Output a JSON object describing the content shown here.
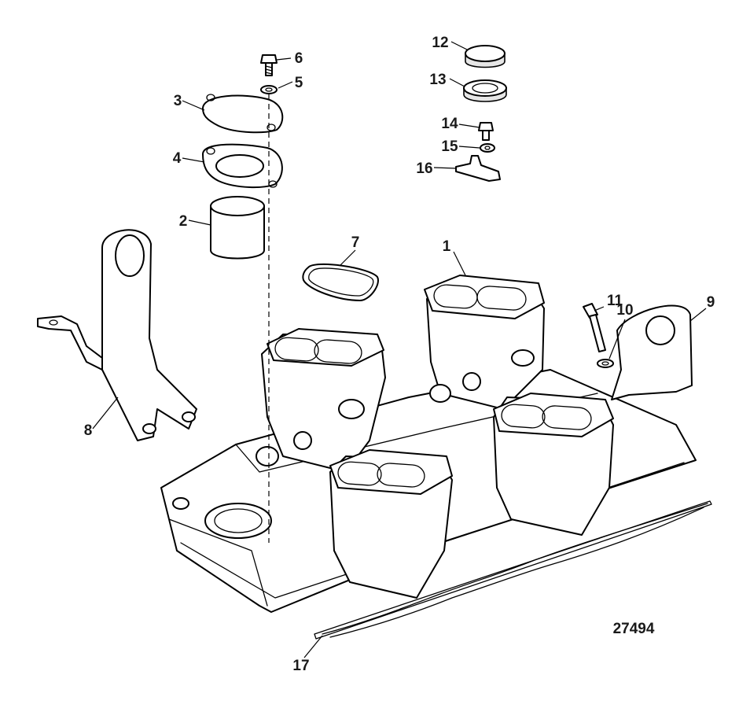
{
  "diagram_id": "27494",
  "callouts": [
    {
      "number": "1"
    },
    {
      "number": "2"
    },
    {
      "number": "3"
    },
    {
      "number": "4"
    },
    {
      "number": "5"
    },
    {
      "number": "6"
    },
    {
      "number": "7"
    },
    {
      "number": "8"
    },
    {
      "number": "9"
    },
    {
      "number": "10"
    },
    {
      "number": "11"
    },
    {
      "number": "12"
    },
    {
      "number": "13"
    },
    {
      "number": "14"
    },
    {
      "number": "15"
    },
    {
      "number": "16"
    },
    {
      "number": "17"
    }
  ]
}
